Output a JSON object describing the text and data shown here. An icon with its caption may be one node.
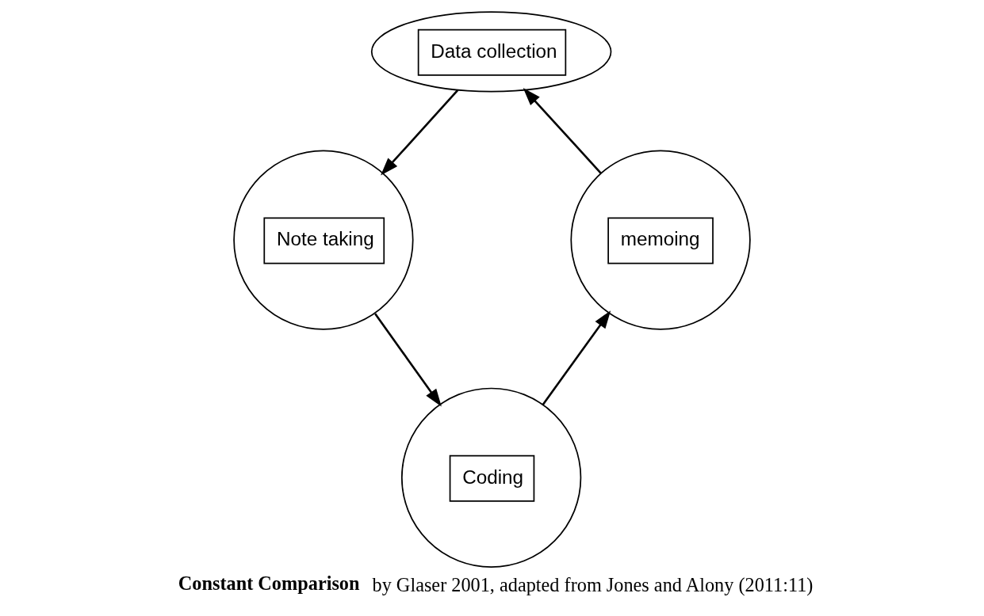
{
  "diagram": {
    "caption": "**Constant Comparison** by Glaser 2001, adapted from Jones and Alony (2011:11)",
    "nodes": [
      {
        "text": [
          "Data collection"
        ]
      },
      {
        "text": [
          "Note taking"
        ]
      },
      {
        "text": [
          "Coding"
        ]
      },
      {
        "text": [
          "memoing"
        ]
      }
    ],
    "edges": [
      {
        "from": 0,
        "to": 1,
        "arrow": "to"
      },
      {
        "from": 1,
        "to": 2,
        "arrow": "to"
      },
      {
        "from": 2,
        "to": 3,
        "arrow": "to"
      },
      {
        "from": 3,
        "to": 0,
        "arrow": "to"
      }
    ]
  }
}
